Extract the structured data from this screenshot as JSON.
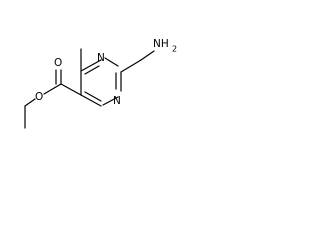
{
  "molecule": {
    "atoms": {
      "n1": "N",
      "n3": "N",
      "amine": "NH",
      "amine_subscript": "2",
      "carbonyl_o": "O",
      "ester_o": "O"
    }
  }
}
